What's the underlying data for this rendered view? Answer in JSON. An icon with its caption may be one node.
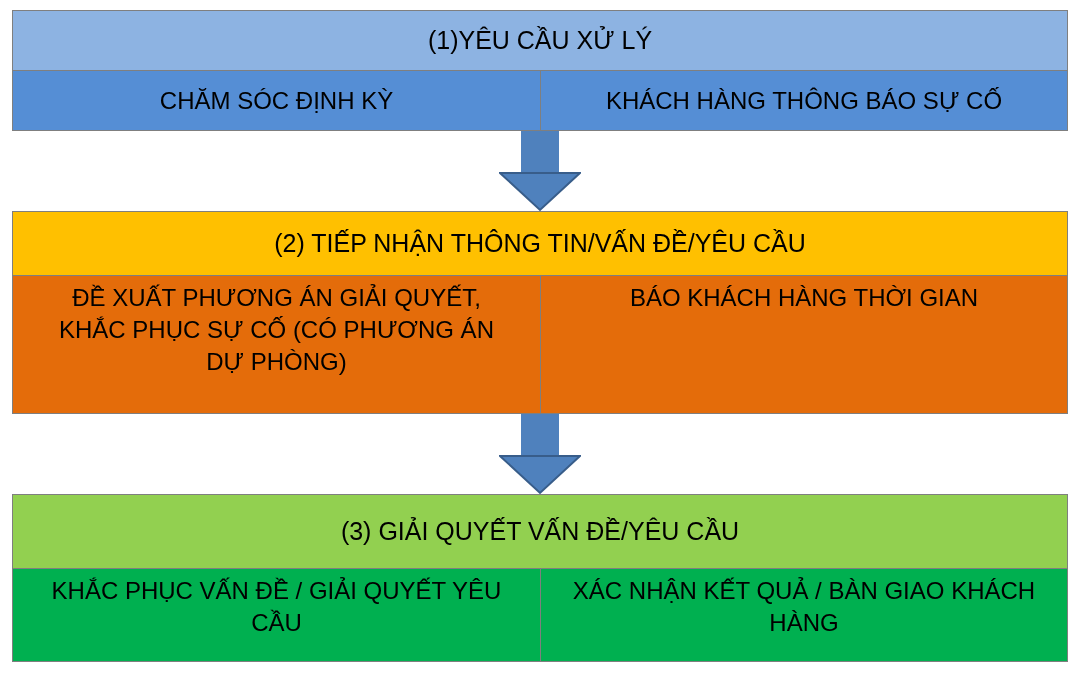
{
  "diagram": {
    "nodes": [
      {
        "text": [
          "(1)YÊU CẦU XỬ LÝ"
        ]
      },
      {
        "text": [
          "CHĂM SÓC ĐỊNH KỲ"
        ],
        "in": 0
      },
      {
        "text": [
          "KHÁCH HÀNG THÔNG BÁO SỰ CỐ"
        ],
        "in": 0
      },
      {
        "text": [
          "(2) TIẾP NHẬN THÔNG TIN/VẤN ĐỀ/YÊU CẦU"
        ]
      },
      {
        "text": [
          "ĐỀ XUẤT PHƯƠNG ÁN GIẢI QUYẾT, KHẮC PHỤC SỰ CỐ (CÓ PHƯƠNG ÁN DỰ PHÒNG)"
        ],
        "in": 3
      },
      {
        "text": [
          "BÁO KHÁCH HÀNG THỜI GIAN"
        ],
        "in": 3
      },
      {
        "text": [
          "(3) GIẢI QUYẾT VẤN ĐỀ/YÊU CẦU"
        ]
      },
      {
        "text": [
          "KHẮC PHỤC VẤN ĐỀ / GIẢI QUYẾT YÊU CẦU"
        ],
        "in": 6
      },
      {
        "text": [
          "XÁC NHẬN KẾT QUẢ / BÀN GIAO KHÁCH HÀNG"
        ],
        "in": 6
      }
    ],
    "edges": [
      {
        "from": 0,
        "to": 3,
        "arrow": "to"
      },
      {
        "from": 3,
        "to": 6,
        "arrow": "to"
      }
    ]
  }
}
